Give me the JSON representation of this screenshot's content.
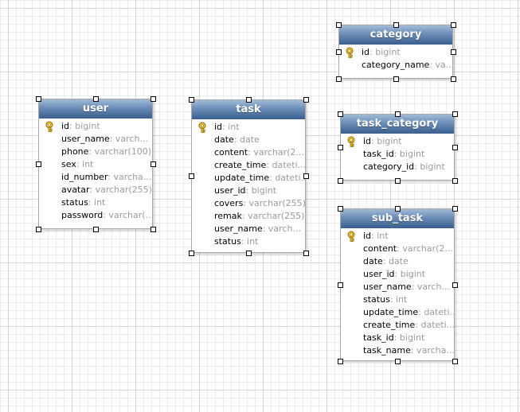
{
  "entities": [
    {
      "key": "user",
      "title": "user",
      "attrs": [
        {
          "name": "id",
          "type": ": bigint",
          "pk": true
        },
        {
          "name": "user_name",
          "type": ": varch...",
          "pk": false
        },
        {
          "name": "phone",
          "type": ": varchar(100)",
          "pk": false
        },
        {
          "name": "sex",
          "type": ": int",
          "pk": false
        },
        {
          "name": "id_number",
          "type": ": varcha...",
          "pk": false
        },
        {
          "name": "avatar",
          "type": ": varchar(255)",
          "pk": false
        },
        {
          "name": "status",
          "type": ": int",
          "pk": false
        },
        {
          "name": "password",
          "type": ": varchar(...",
          "pk": false
        }
      ]
    },
    {
      "key": "task",
      "title": "task",
      "attrs": [
        {
          "name": "id",
          "type": ": int",
          "pk": true
        },
        {
          "name": "date",
          "type": ": date",
          "pk": false
        },
        {
          "name": "content",
          "type": ": varchar(2...",
          "pk": false
        },
        {
          "name": "create_time",
          "type": ": dateti...",
          "pk": false
        },
        {
          "name": "update_time",
          "type": ": dateti...",
          "pk": false
        },
        {
          "name": "user_id",
          "type": ": bigint",
          "pk": false
        },
        {
          "name": "covers",
          "type": ": varchar(255)",
          "pk": false
        },
        {
          "name": "remak",
          "type": ": varchar(255)",
          "pk": false
        },
        {
          "name": "user_name",
          "type": ": varch...",
          "pk": false
        },
        {
          "name": "status",
          "type": ": int",
          "pk": false
        }
      ]
    },
    {
      "key": "category",
      "title": "category",
      "attrs": [
        {
          "name": "id",
          "type": ": bigint",
          "pk": true
        },
        {
          "name": "category_name",
          "type": ": va...",
          "pk": false
        }
      ]
    },
    {
      "key": "task_category",
      "title": "task_category",
      "attrs": [
        {
          "name": "id",
          "type": ": bigint",
          "pk": true
        },
        {
          "name": "task_id",
          "type": ": bigint",
          "pk": false
        },
        {
          "name": "category_id",
          "type": ": bigint",
          "pk": false
        }
      ]
    },
    {
      "key": "sub_task",
      "title": "sub_task",
      "attrs": [
        {
          "name": "id",
          "type": ": int",
          "pk": true
        },
        {
          "name": "content",
          "type": ": varchar(2...",
          "pk": false
        },
        {
          "name": "date",
          "type": ": date",
          "pk": false
        },
        {
          "name": "user_id",
          "type": ": bigint",
          "pk": false
        },
        {
          "name": "user_name",
          "type": ": varch...",
          "pk": false
        },
        {
          "name": "status",
          "type": ": int",
          "pk": false
        },
        {
          "name": "update_time",
          "type": ": dateti...",
          "pk": false
        },
        {
          "name": "create_time",
          "type": ": dateti...",
          "pk": false
        },
        {
          "name": "task_id",
          "type": ": bigint",
          "pk": false
        },
        {
          "name": "task_name",
          "type": ": varcha...",
          "pk": false
        }
      ]
    }
  ],
  "icons": {
    "primary_key": "key-icon",
    "selection_handle": "resize-handle"
  },
  "colors": {
    "header_top": "#a2bbd6",
    "header_bottom": "#3a5f8e",
    "type_text": "#9a9a9a",
    "grid_line": "#d4d4d4",
    "key_gold": "#e8b923"
  }
}
